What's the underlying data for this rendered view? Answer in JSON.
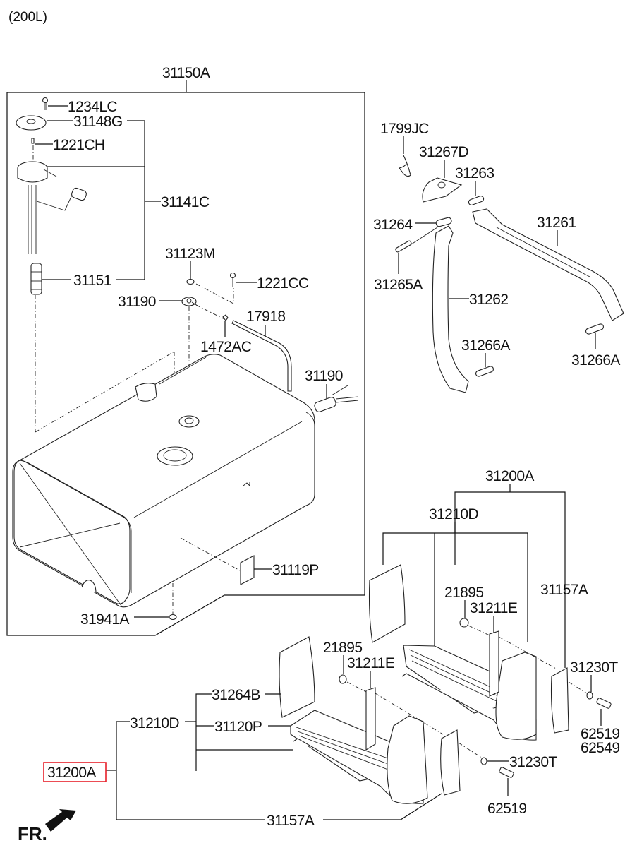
{
  "diagram": {
    "title": "(200L)",
    "front_indicator": "FR.",
    "highlight_color": "#e8202a",
    "highlighted_part": "31200A",
    "labels": {
      "tank_assy": "31150A",
      "screw_top": "1234LC",
      "cover_plate": "31148G",
      "screw_sender": "1221CH",
      "sender_assy": "31141C",
      "strainer": "31151",
      "gasket": "31123M",
      "screw_cap": "1221CC",
      "vent_valve": "31190",
      "vent_valve_2": "31190",
      "clamp": "1472AC",
      "hose": "17918",
      "label_plate": "31119P",
      "drain_plug": "31941A",
      "clip": "1799JC",
      "bracket_cover": "31267D",
      "pin_upper": "31263",
      "band_upper": "31261",
      "pin_left": "31264",
      "bolt_left": "31265A",
      "band_lower": "31262",
      "pin_mid": "31266A",
      "pin_right": "31266A",
      "step_assy_right": "31200A",
      "step_sub_right": "31210D",
      "nut_right": "21895",
      "bracket_right": "31211E",
      "stay_right": "31157A",
      "washer_right": "31230T",
      "bolt_right_a": "62519",
      "bolt_right_b": "62549",
      "nut_left": "21895",
      "bracket_left": "31211E",
      "pad_left": "31264B",
      "step_sub_left": "31210D",
      "tread_left": "31120P",
      "step_assy_left": "31200A",
      "washer_left": "31230T",
      "bolt_left_step": "62519",
      "stay_left": "31157A"
    }
  }
}
